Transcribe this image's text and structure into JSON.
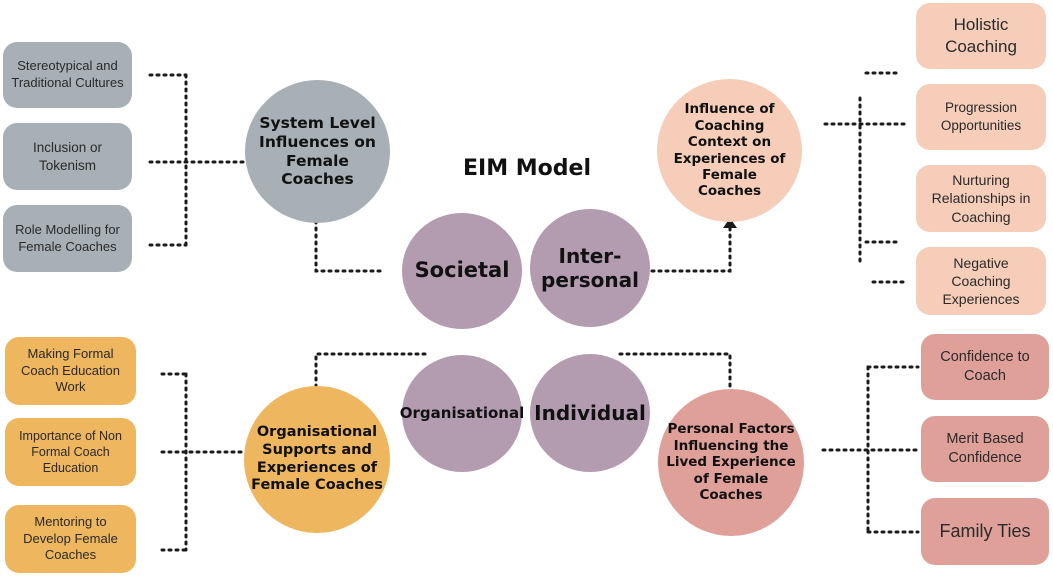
{
  "title": "EIM Model",
  "core": {
    "societal": "Societal",
    "interpersonal": "Inter-\npersonal",
    "organisational": "Organisational",
    "individual": "Individual"
  },
  "themes": {
    "system": "System Level Influences on Female Coaches",
    "coaching": "Influence of Coaching Context on Experiences of Female Coaches",
    "organisational": "Organisational Supports and Experiences of Female Coaches",
    "personal": "Personal Factors Influencing the Lived Experience of Female Coaches"
  },
  "subthemes": {
    "system": [
      "Stereotypical and Traditional Cultures",
      "Inclusion or Tokenism",
      "Role Modelling for Female Coaches"
    ],
    "coaching": [
      "Holistic Coaching",
      "Progression Opportunities",
      "Nurturing Relationships in Coaching",
      "Negative Coaching Experiences"
    ],
    "organisational": [
      "Making Formal Coach Education Work",
      "Importance of Non Formal Coach Education",
      "Mentoring to Develop Female Coaches"
    ],
    "personal": [
      "Confidence to Coach",
      "Merit Based Confidence",
      "Family Ties"
    ]
  },
  "colors": {
    "system": "#a8b0b5",
    "coaching": "#f5cdb9",
    "organisational": "#eeb65e",
    "personal": "#e0a09a",
    "core": "#b39bb0"
  }
}
